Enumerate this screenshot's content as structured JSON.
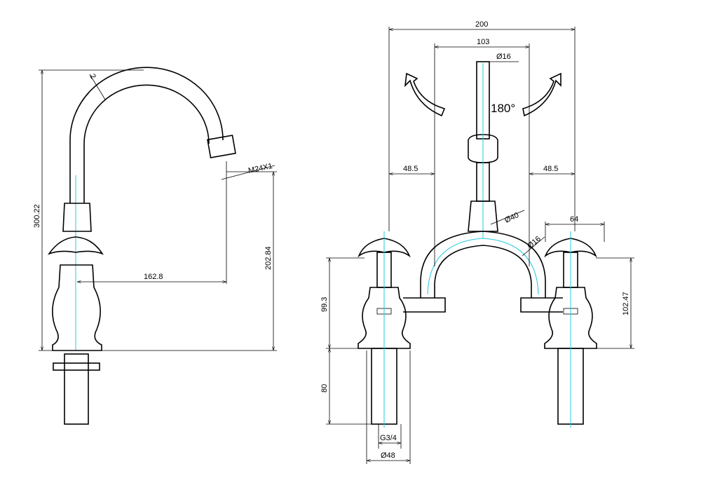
{
  "side_view": {
    "overall_height": "300.22",
    "outlet_height": "202.84",
    "reach": "162.8",
    "aerator_thread": "M24X1",
    "wall_thickness": "2"
  },
  "front_view": {
    "overall_width": "200",
    "spout_offset": "103",
    "spout_diameter": "Ø16",
    "rotation": "180°",
    "left_offset": "48.5",
    "right_offset": "48.5",
    "bridge_diameter": "Ø40",
    "bridge_tube_diameter": "Ø16",
    "handle_width": "64",
    "left_valve_height": "99.3",
    "right_valve_height": "102.47",
    "shank_length": "80",
    "thread": "G3/4",
    "base_diameter": "Ø48"
  },
  "colors": {
    "line": "#000000",
    "centerline": "#22c8e0"
  }
}
